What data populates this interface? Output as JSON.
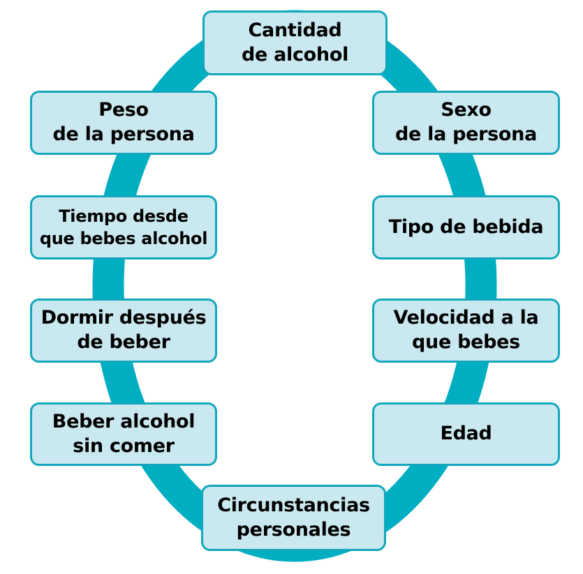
{
  "colors": {
    "ring": "#00aec2",
    "box_fill": "#c9e8f0",
    "box_border": "#12a7bc",
    "text": "#000000"
  },
  "diagram": {
    "type": "cycle",
    "nodes": [
      {
        "id": "cantidad-de-alcohol",
        "label": "Cantidad\nde alcohol"
      },
      {
        "id": "sexo-de-la-persona",
        "label": "Sexo\nde la persona"
      },
      {
        "id": "tipo-de-bebida",
        "label": "Tipo de bebida"
      },
      {
        "id": "velocidad-a-la-que-bebes",
        "label": "Velocidad a la\nque bebes"
      },
      {
        "id": "edad",
        "label": "Edad"
      },
      {
        "id": "circunstancias-personales",
        "label": "Circunstancias\npersonales"
      },
      {
        "id": "beber-alcohol-sin-comer",
        "label": "Beber alcohol\nsin comer"
      },
      {
        "id": "dormir-despues-de-beber",
        "label": "Dormir después\nde beber"
      },
      {
        "id": "tiempo-desde-que-bebes-alcohol",
        "label": "Tiempo desde\nque bebes alcohol"
      },
      {
        "id": "peso-de-la-persona",
        "label": "Peso\nde la persona"
      }
    ]
  }
}
